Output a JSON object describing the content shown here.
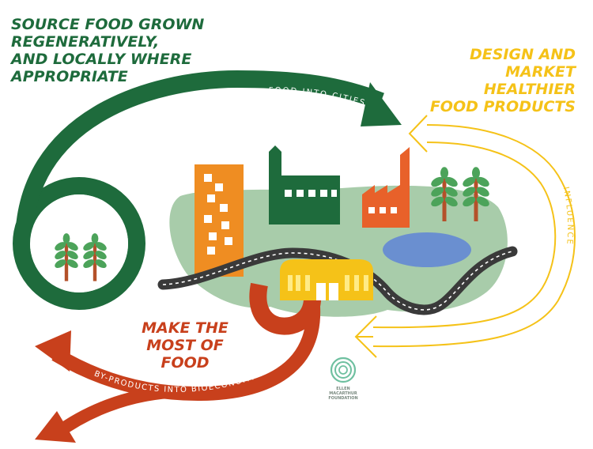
{
  "headings": {
    "source_food": [
      "SOURCE FOOD GROWN",
      "REGENERATIVELY,",
      "AND LOCALLY WHERE",
      "APPROPRIATE"
    ],
    "design_market": [
      "DESIGN AND",
      "MARKET",
      "HEALTHIER",
      "FOOD PRODUCTS"
    ],
    "make_most": [
      "MAKE THE",
      "MOST OF",
      "FOOD"
    ]
  },
  "flow_labels": {
    "food_into_cities": "FOOD INTO CITIES",
    "influence": "INFLUENCE",
    "by_products": "BY-PRODUCTS INTO BIOECONOMY"
  },
  "logo": {
    "line1": "ELLEN",
    "line2": "MACARTHUR",
    "line3": "FOUNDATION"
  },
  "colors": {
    "green_dark": "#1e6b3c",
    "green_light": "#a8ccaa",
    "orange": "#ef8d22",
    "red_orange": "#c8401c",
    "factory_orange": "#e8612a",
    "yellow": "#f5c218",
    "lake_blue": "#6a8fd0",
    "road": "#3a3a3a",
    "tree_green": "#4ca35a",
    "tree_trunk": "#b4512a"
  }
}
